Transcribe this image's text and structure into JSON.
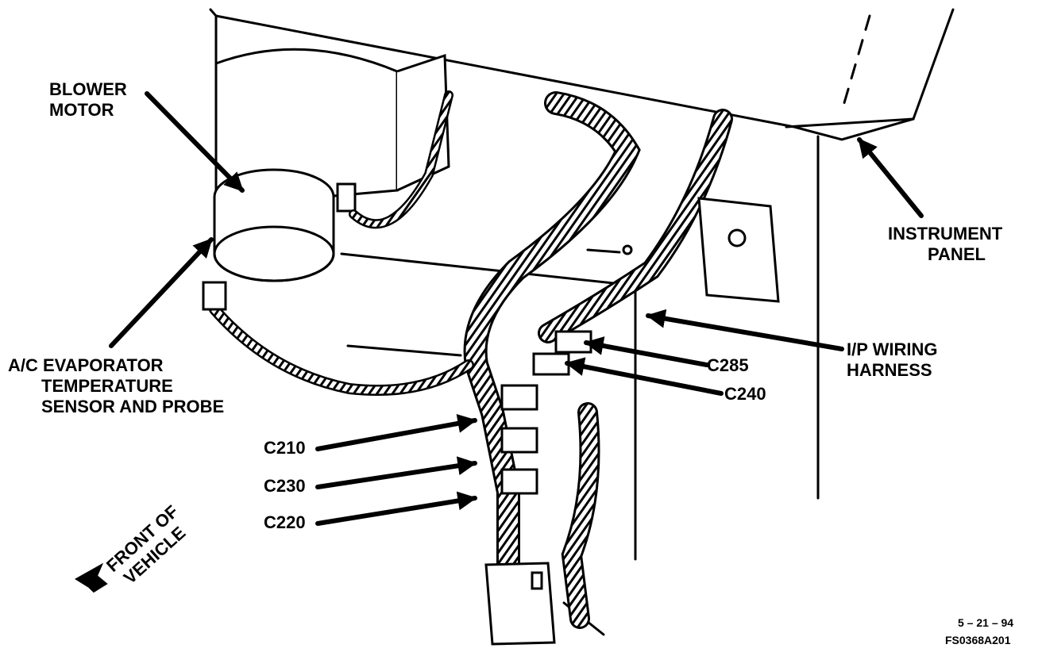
{
  "labels": {
    "blower_motor": [
      "BLOWER",
      "MOTOR"
    ],
    "instrument_panel": [
      "INSTRUMENT",
      "PANEL"
    ],
    "ac_sensor": [
      "A/C EVAPORATOR",
      "TEMPERATURE",
      "SENSOR AND PROBE"
    ],
    "ip_harness": [
      "I/P WIRING",
      "HARNESS"
    ],
    "front_of_vehicle": [
      "FRONT OF",
      "VEHICLE"
    ]
  },
  "connectors": {
    "c285": "C285",
    "c240": "C240",
    "c210": "C210",
    "c230": "C230",
    "c220": "C220"
  },
  "reference": {
    "date": "5 – 21 – 94",
    "figure_id": "FS0368A201"
  }
}
